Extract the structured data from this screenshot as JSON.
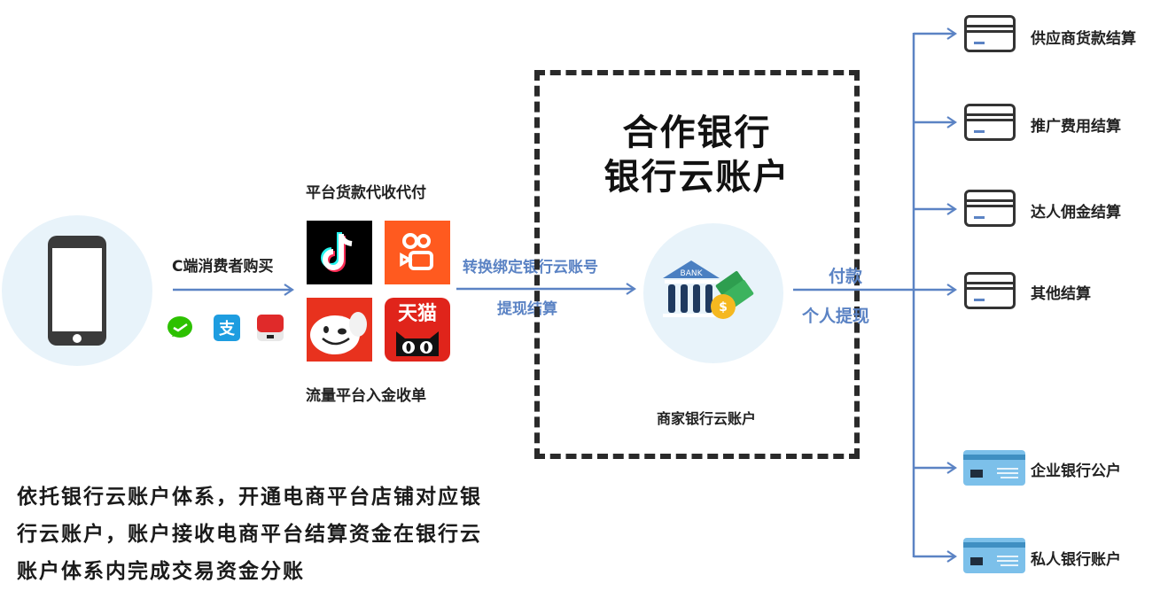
{
  "consumer": {
    "flow_label": "C端消费者购买",
    "device_icon": "smartphone-icon",
    "payment_icons": [
      "wechat-pay-icon",
      "alipay-icon",
      "unionpay-icon"
    ]
  },
  "platforms": {
    "top_label": "平台货款代收代付",
    "bottom_label": "流量平台入金收单",
    "apps": [
      {
        "name": "douyin",
        "icon": "douyin-icon",
        "bg": "#000000"
      },
      {
        "name": "kuaishou",
        "icon": "kuaishou-icon",
        "bg": "#ff5a1f"
      },
      {
        "name": "jd",
        "icon": "jd-icon",
        "bg": "#e8321e"
      },
      {
        "name": "tmall",
        "icon": "tmall-icon",
        "bg": "#e0241b",
        "text": "天猫"
      }
    ]
  },
  "transfer": {
    "upper_label": "转换绑定银行云账号",
    "lower_label": "提现结算"
  },
  "bank_box": {
    "title_line1": "合作银行",
    "title_line2": "银行云账户",
    "bank_icon_text": "BANK",
    "caption": "商家银行云账户"
  },
  "payout": {
    "upper_label": "付款",
    "lower_label": "个人提现"
  },
  "settlements": [
    {
      "label": "供应商货款结算",
      "card": "outline"
    },
    {
      "label": "推广费用结算",
      "card": "outline"
    },
    {
      "label": "达人佣金结算",
      "card": "outline"
    },
    {
      "label": "其他结算",
      "card": "outline"
    },
    {
      "label": "企业银行公户",
      "card": "blue"
    },
    {
      "label": "私人银行账户",
      "card": "blue"
    }
  ],
  "description": {
    "lines": [
      "依托银行云账户体系，开通电商平台店铺对应银",
      "行云账户，账户接收电商平台结算资金在银行云",
      "账户体系内完成交易资金分账"
    ]
  },
  "colors": {
    "arrow": "#5b83c4",
    "circle_bg": "#e8f3fa",
    "dash_border": "#2a2a2a",
    "card_blue": "#7cc0ea"
  }
}
